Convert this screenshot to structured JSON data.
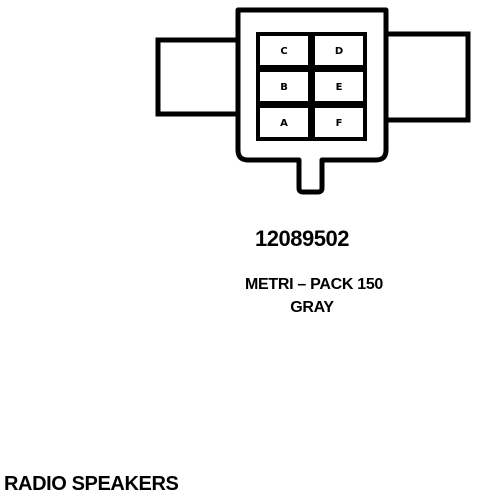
{
  "connector": {
    "pins": [
      {
        "label": "C"
      },
      {
        "label": "D"
      },
      {
        "label": "B"
      },
      {
        "label": "E"
      },
      {
        "label": "A"
      },
      {
        "label": "F"
      }
    ],
    "part_number": "12089502",
    "series": "METRI – PACK 150",
    "color": "GRAY"
  },
  "caption": "RADIO SPEAKERS"
}
